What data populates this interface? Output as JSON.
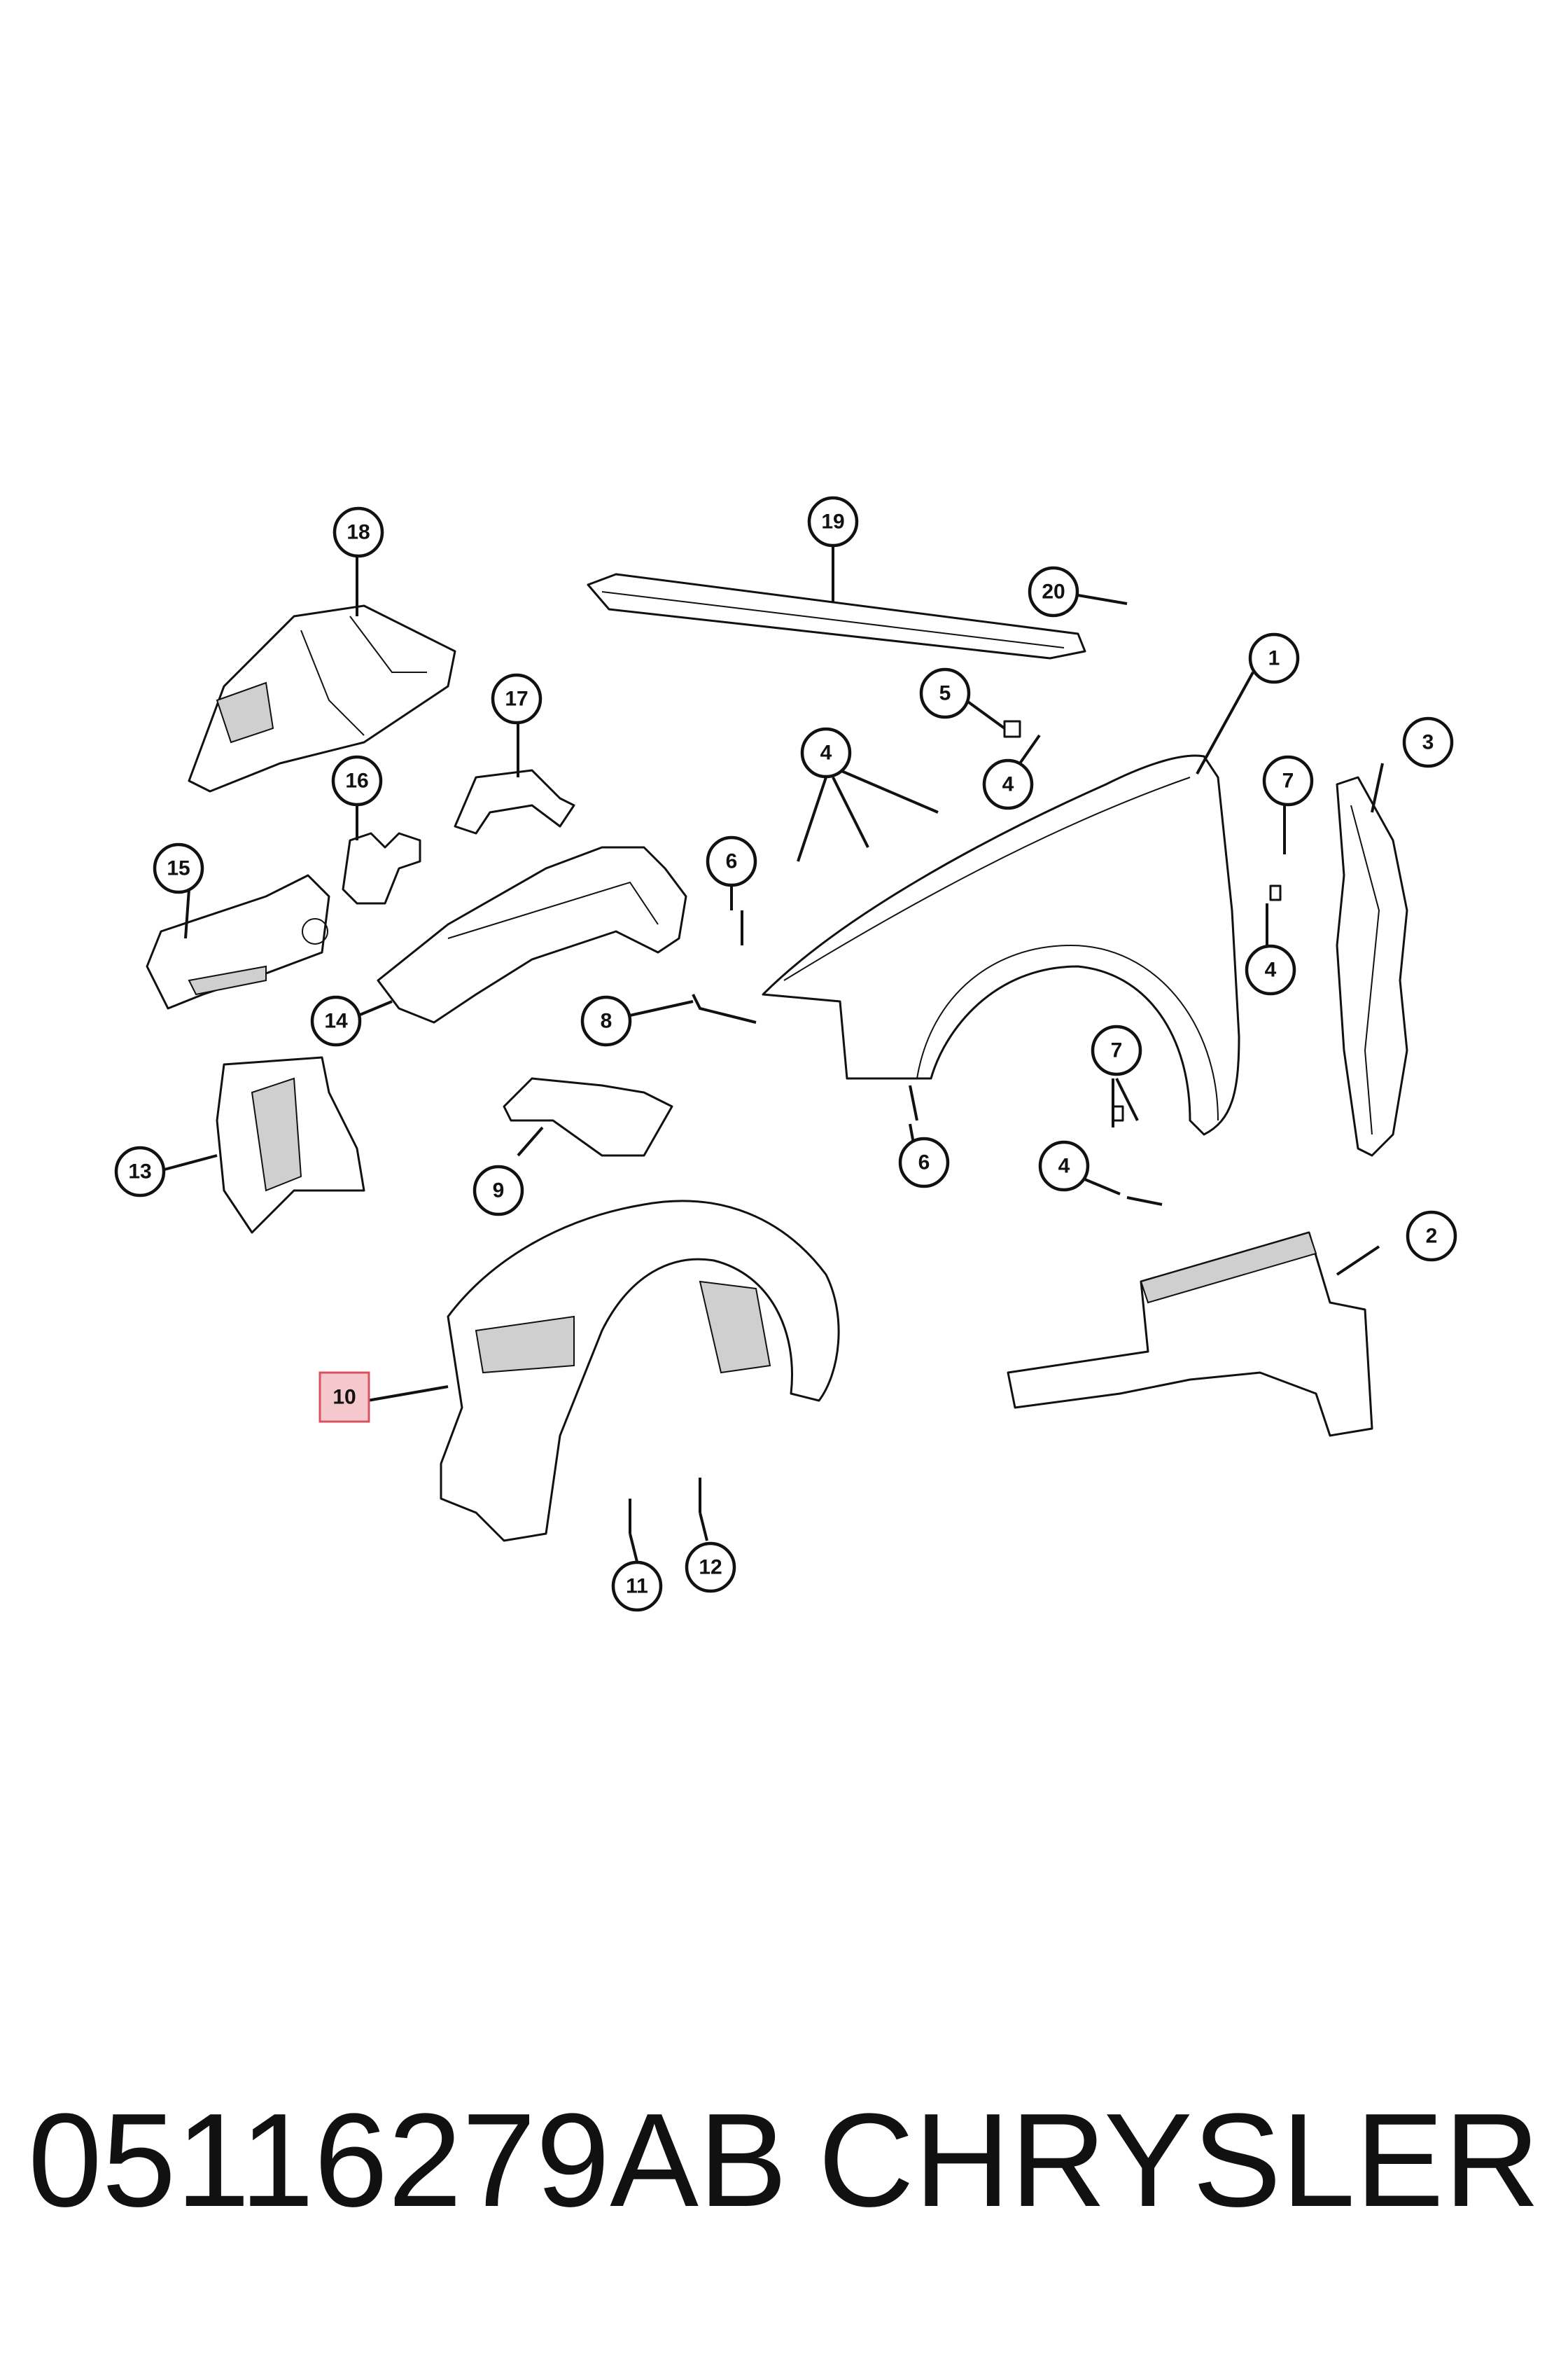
{
  "callouts": [
    "1",
    "2",
    "3",
    "4",
    "4",
    "4",
    "4",
    "5",
    "6",
    "6",
    "7",
    "7",
    "8",
    "9",
    "10",
    "11",
    "12",
    "13",
    "14",
    "15",
    "16",
    "17",
    "18",
    "19",
    "20"
  ],
  "highlighted_callout": "10",
  "highlight_color": "#f4c8cc",
  "caption": {
    "part_number": "05116279AB",
    "brand": "CHRYSLER"
  }
}
